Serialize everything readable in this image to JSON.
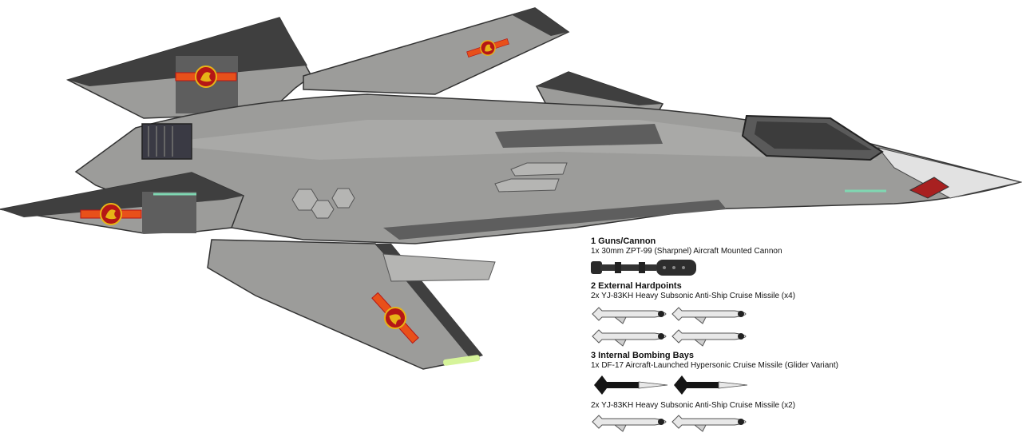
{
  "colors": {
    "body": "#9c9c9a",
    "body_light": "#b5b5b3",
    "panel_dark": "#5e5e5e",
    "edge_dark": "#3f3f3f",
    "canopy": "#3c3c3c",
    "roundel_orange": "#e8501a",
    "roundel_red": "#b51616",
    "roundel_gold": "#e7b317",
    "accent_green": "#7fd7b2",
    "missile_white": "#e8e8e8",
    "missile_black": "#151515"
  },
  "loadout": {
    "sections": [
      {
        "title": "1 Guns/Cannon",
        "items": [
          "1x 30mm ZPT-99 (Sharpnel) Aircraft Mounted Cannon"
        ]
      },
      {
        "title": "2 External Hardpoints",
        "items": [
          "2x YJ-83KH Heavy Subsonic Anti-Ship Cruise Missile (x4)"
        ]
      },
      {
        "title": "3 Internal Bombing Bays",
        "items": [
          "1x DF-17 Aircraft-Launched Hypersonic Cruise Missile (Glider Variant)",
          "2x YJ-83KH Heavy Subsonic Anti-Ship Cruise Missile (x2)"
        ]
      }
    ]
  }
}
